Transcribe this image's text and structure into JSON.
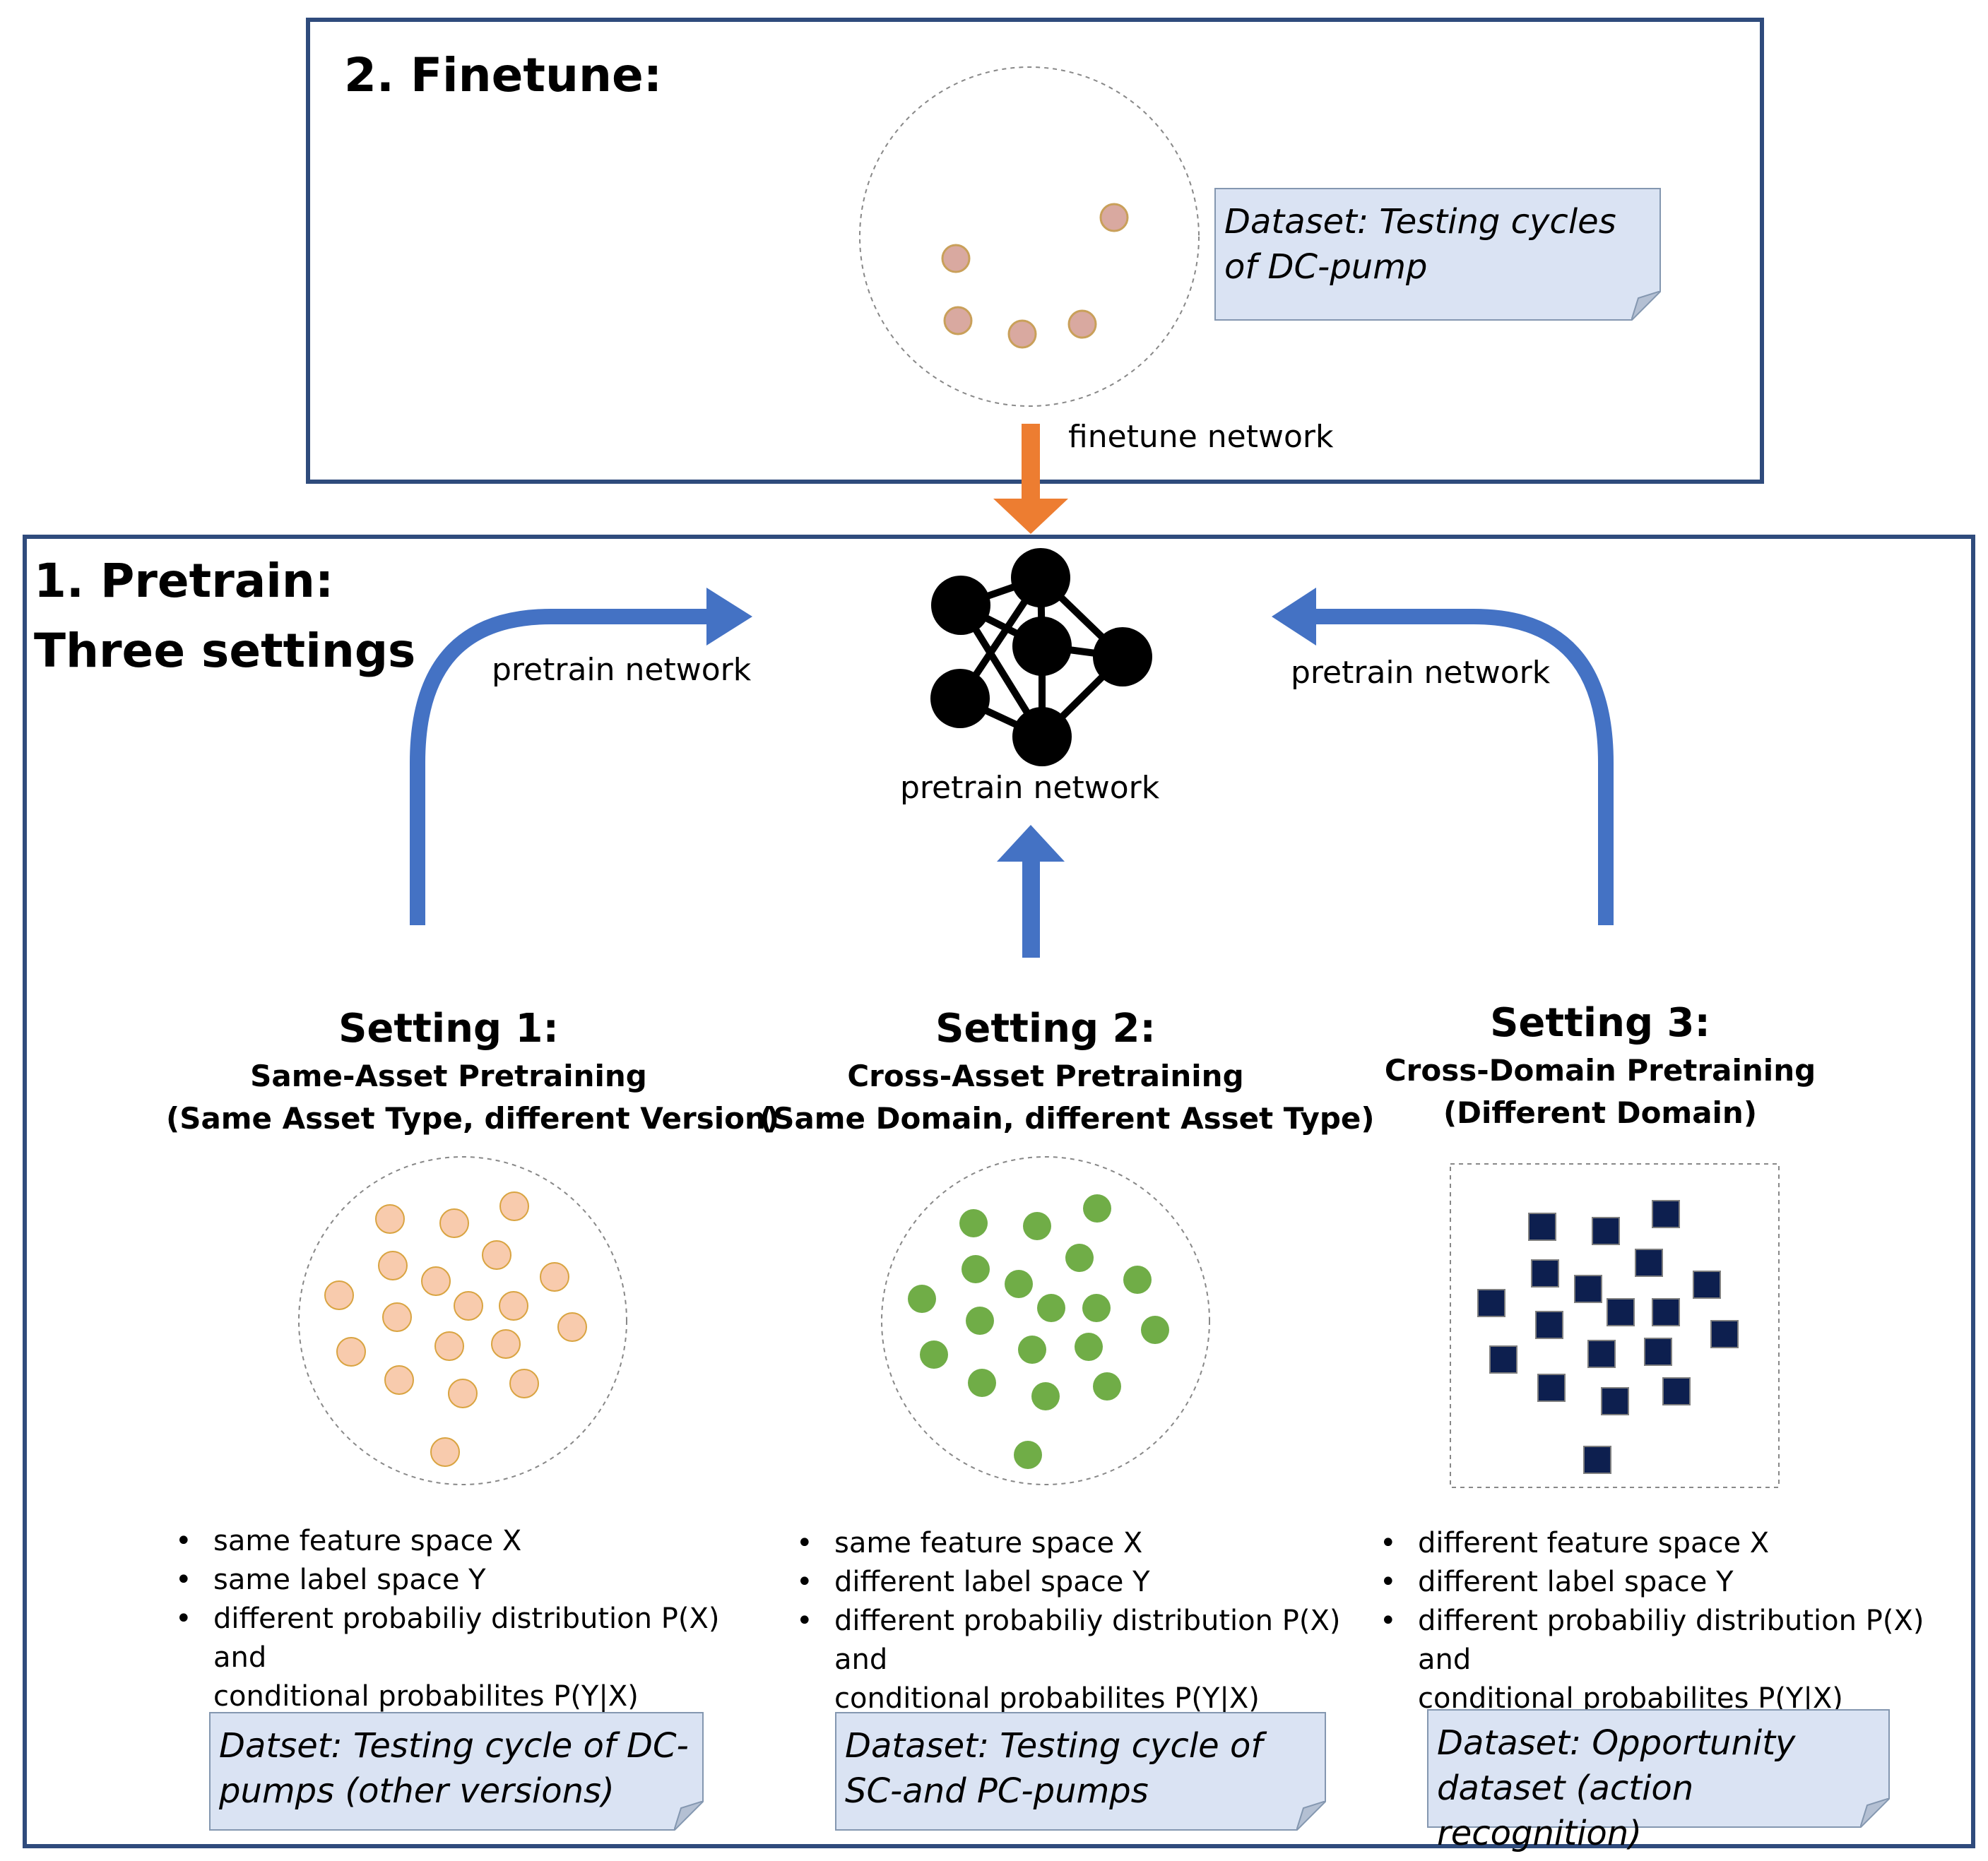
{
  "finetune": {
    "title": "2. Finetune:",
    "dataset": "Dataset: Testing cycles of DC-pump",
    "arrow_label": "finetune network"
  },
  "pretrain": {
    "title_line1": "1. Pretrain:",
    "title_line2": "Three settings",
    "left_arrow_label": "pretrain network",
    "right_arrow_label": "pretrain network",
    "network_label": "pretrain network"
  },
  "settings": [
    {
      "title": "Setting 1:",
      "subtitle1": "Same-Asset Pretraining",
      "subtitle2": "(Same Asset Type, different Version)",
      "bullets": [
        "same feature space X",
        "same label space Y",
        "different probabiliy distribution P(X) and",
        "conditional probabilites P(Y|X)"
      ],
      "dataset": "Datset: Testing cycle of DC-pumps (other versions)"
    },
    {
      "title": "Setting 2:",
      "subtitle1": "Cross-Asset Pretraining",
      "subtitle2": "(Same Domain, different Asset Type)",
      "bullets": [
        "same feature space X",
        "different label space Y",
        "different probabiliy distribution P(X) and",
        "conditional probabilites P(Y|X)"
      ],
      "dataset": "Dataset: Testing cycle of SC-and PC-pumps"
    },
    {
      "title": "Setting 3:",
      "subtitle1": "Cross-Domain Pretraining",
      "subtitle2": "(Different Domain)",
      "bullets": [
        "different feature space X",
        "different  label space Y",
        "different probabiliy distribution P(X) and",
        "conditional probabilites P(Y|X)"
      ],
      "dataset": "Dataset:  Opportunity dataset (action recognition)"
    }
  ],
  "colors": {
    "frame": "#2f4b7c",
    "blue_arrow": "#4472c4",
    "orange_arrow": "#ed7d31",
    "note_fill": "#dae3f3",
    "finetune_dots": "#d9a9a0",
    "setting1_dots": "#f8cbad",
    "setting2_dots": "#70ad47",
    "setting3_squares": "#0d1f4f"
  }
}
